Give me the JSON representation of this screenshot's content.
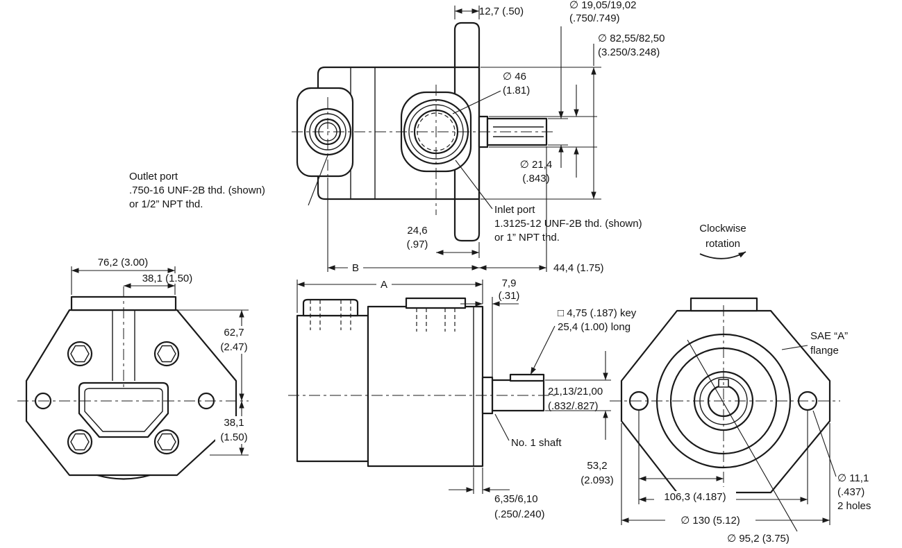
{
  "top_view": {
    "dim_12_7": "12,7 (.50)",
    "dim_shaft_dia_mm": "∅ 19,05/19,02",
    "dim_shaft_dia_in": "(.750/.749)",
    "dim_pilot_dia_mm": "∅ 82,55/82,50",
    "dim_pilot_dia_in": "(3.250/3.248)",
    "dim_port_boss_mm": "∅ 46",
    "dim_port_boss_in": "(1.81)",
    "dim_collar_mm": "∅ 21,4",
    "dim_collar_in": "(.843)",
    "dim_24_6_mm": "24,6",
    "dim_24_6_in": "(.97)",
    "dim_b": "B",
    "dim_44_4": "44,4 (1.75)",
    "outlet_line1": "Outlet port",
    "outlet_line2": ".750-16 UNF-2B thd. (shown)",
    "outlet_line3": "or 1/2” NPT thd.",
    "inlet_line1": "Inlet port",
    "inlet_line2": "1.3125-12 UNF-2B thd. (shown)",
    "inlet_line3": "or 1” NPT thd."
  },
  "front_view": {
    "dim_76_2": "76,2 (3.00)",
    "dim_38_1_top": "38,1 (1.50)",
    "dim_62_7_mm": "62,7",
    "dim_62_7_in": "(2.47)",
    "dim_38_1_mm": "38,1",
    "dim_38_1_in": "(1.50)"
  },
  "side_view": {
    "dim_a": "A",
    "dim_7_9_mm": "7,9",
    "dim_7_9_in": "(.31)",
    "key_line1": "□ 4,75 (.187) key",
    "key_line2": "25,4 (1.00) long",
    "dim_shaft_mm": "21,13/21,00",
    "dim_shaft_in": "(.832/.827)",
    "shaft_label": "No. 1 shaft",
    "dim_6_35_mm": "6,35/6,10",
    "dim_6_35_in": "(.250/.240)"
  },
  "flange_view": {
    "rotation_line1": "Clockwise",
    "rotation_line2": "rotation",
    "flange_line1": "SAE “A”",
    "flange_line2": "flange",
    "dim_53_2_mm": "53,2",
    "dim_53_2_in": "(2.093)",
    "dim_106_3": "106,3 (4.187)",
    "dim_130": "∅ 130 (5.12)",
    "dim_95_2": "∅ 95,2 (3.75)",
    "holes_line1": "∅ 11,1",
    "holes_line2": "(.437)",
    "holes_line3": "2 holes"
  }
}
